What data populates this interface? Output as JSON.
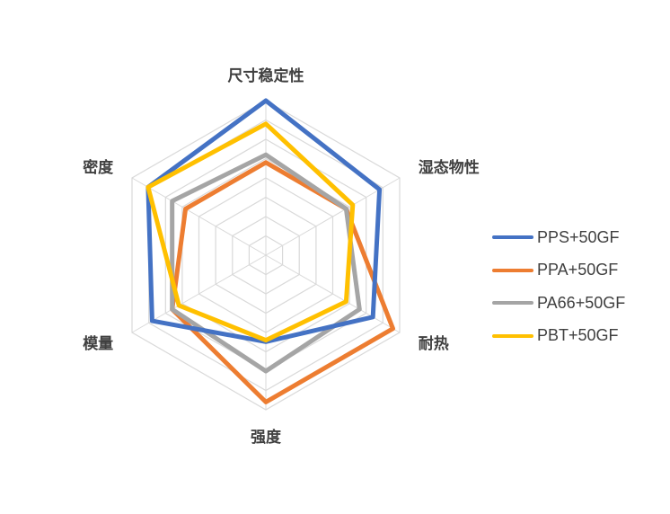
{
  "chart_data": {
    "type": "radar",
    "axes": [
      "尺寸稳定性",
      "湿态物性",
      "耐热",
      "强度",
      "模量",
      "密度"
    ],
    "range": [
      0,
      10
    ],
    "rings": 8,
    "series": [
      {
        "name": "PPS+50GF",
        "color": "#4472C4",
        "values": [
          10.0,
          8.5,
          8.0,
          5.6,
          8.5,
          8.8
        ]
      },
      {
        "name": "PPA+50GF",
        "color": "#ED7D31",
        "values": [
          6.0,
          6.0,
          9.5,
          9.5,
          7.0,
          6.0
        ]
      },
      {
        "name": "PA66+50GF",
        "color": "#A5A5A5",
        "values": [
          6.5,
          6.0,
          7.0,
          7.5,
          7.0,
          7.0
        ]
      },
      {
        "name": "PBT+50GF",
        "color": "#FFC000",
        "values": [
          8.5,
          6.5,
          6.0,
          5.5,
          6.5,
          8.8
        ]
      }
    ],
    "legend_position": "right"
  }
}
